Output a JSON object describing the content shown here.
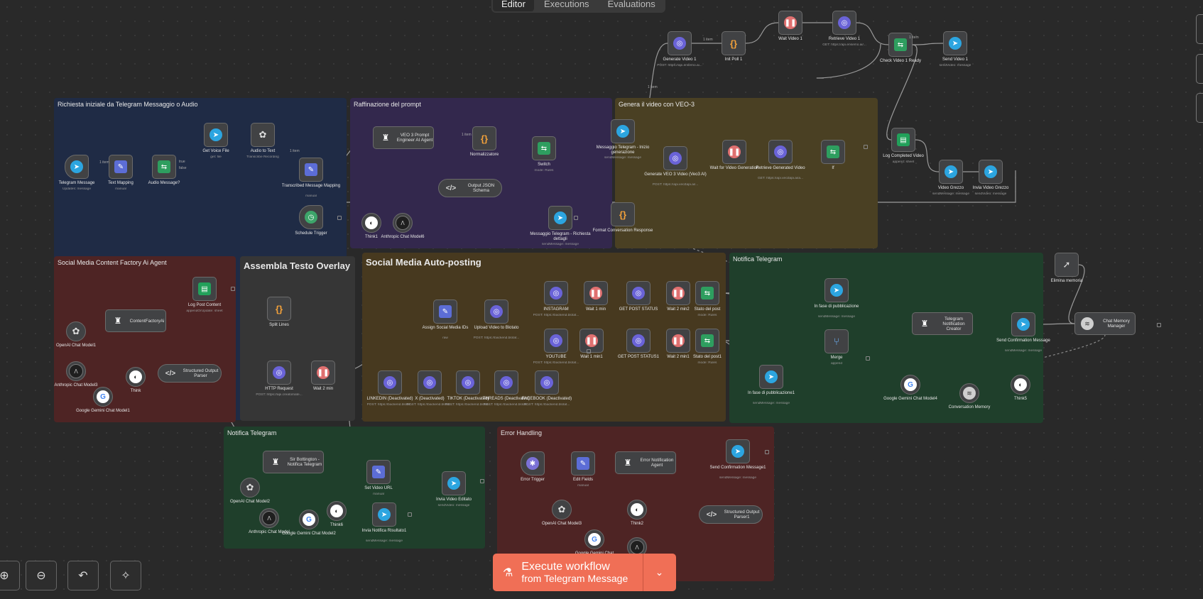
{
  "tabs": [
    "Editor",
    "Executions",
    "Evaluations"
  ],
  "execute": {
    "title": "Execute workflow",
    "subtitle": "from Telegram Message"
  },
  "stickies": [
    {
      "title": "Richiesta iniziale da Telegram Messaggio o Audio",
      "color": "#1f2b45"
    },
    {
      "title": "Raffinazione del prompt",
      "color": "#33284d"
    },
    {
      "title": "Genera il video con VEO-3",
      "color": "#4a4023"
    },
    {
      "title": "Social Media Content Factory Ai Agent",
      "color": "#4e2424"
    },
    {
      "title": "Assembla Testo Overlay",
      "color": "#363636"
    },
    {
      "title": "Social Media Auto-posting",
      "color": "#47391f"
    },
    {
      "title": "Notifica Telegram",
      "color": "#1f3f2b"
    },
    {
      "title": "Notifica Telegram",
      "color": "#1f3f2b"
    },
    {
      "title": "Error Handling",
      "color": "#4e2424"
    }
  ],
  "nodes": [
    {
      "name": "Telegram Message",
      "sub": "Updates: message",
      "icon": "tg"
    },
    {
      "name": "Text Mapping",
      "sub": "manual",
      "icon": "edit"
    },
    {
      "name": "Audio Message?",
      "sub": "",
      "icon": "sw"
    },
    {
      "name": "Get Voice File",
      "sub": "get: file",
      "icon": "tg"
    },
    {
      "name": "Audio to Text",
      "sub": "Transcribe Recording",
      "icon": "openai"
    },
    {
      "name": "Transcribed Message Mapping",
      "sub": "manual",
      "icon": "edit"
    },
    {
      "name": "Schedule Trigger",
      "sub": "",
      "icon": "clock"
    },
    {
      "name": "VEO 3 Prompt Engineer AI Agent",
      "sub": "",
      "icon": "bot"
    },
    {
      "name": "Normalizzatore",
      "sub": "",
      "icon": "code"
    },
    {
      "name": "Switch",
      "sub": "mode: Rules",
      "icon": "sw"
    },
    {
      "name": "Output JSON Schema",
      "sub": "",
      "icon": "parse"
    },
    {
      "name": "Think1",
      "sub": "",
      "icon": "brain"
    },
    {
      "name": "Anthropic Chat Model6",
      "sub": "",
      "icon": "ai"
    },
    {
      "name": "Messaggio Telegram - Inizio generazione",
      "sub": "sendMessage: message",
      "icon": "tg"
    },
    {
      "name": "Messaggio Telegram - Richiesta dettagli",
      "sub": "sendMessage: message",
      "icon": "tg"
    },
    {
      "name": "Format Conversation Response",
      "sub": "",
      "icon": "code"
    },
    {
      "name": "Generate VEO 3 Video (Veo3 AI)",
      "sub": "POST: https://api.veo3api.ai/...",
      "icon": "http"
    },
    {
      "name": "Wait for Video Generation",
      "sub": "",
      "icon": "wait"
    },
    {
      "name": "Retrieve Generated Video",
      "sub": "GET: https://api.veo3api.ai/a...",
      "icon": "http"
    },
    {
      "name": "If",
      "sub": "",
      "icon": "sw"
    },
    {
      "name": "Generate Video 1",
      "sub": "POST: https://api.ensemo.ai...",
      "icon": "http"
    },
    {
      "name": "Init Poll 1",
      "sub": "",
      "icon": "code"
    },
    {
      "name": "Wait Video 1",
      "sub": "",
      "icon": "wait"
    },
    {
      "name": "Retrieve Video 1",
      "sub": "GET: https://api.ensemo.ai/...",
      "icon": "http"
    },
    {
      "name": "Check Video 1 Ready",
      "sub": "",
      "icon": "sw"
    },
    {
      "name": "Send Video 1",
      "sub": "sendVideo: message",
      "icon": "tg"
    },
    {
      "name": "Log Completed Video",
      "sub": "append: sheet",
      "icon": "sheet"
    },
    {
      "name": "Video Grezzo",
      "sub": "sendMessage: message",
      "icon": "tg"
    },
    {
      "name": "Invia Video Grezzo",
      "sub": "sendVideo: message",
      "icon": "tg"
    },
    {
      "name": "ContentFactoryAi",
      "sub": "",
      "icon": "bot"
    },
    {
      "name": "Log Post Content",
      "sub": "appendOrUpdate: sheet",
      "icon": "sheet"
    },
    {
      "name": "OpenAI Chat Model1",
      "sub": "",
      "icon": "openai"
    },
    {
      "name": "Anthropic Chat Model3",
      "sub": "",
      "icon": "ai"
    },
    {
      "name": "Google Gemini Chat Model1",
      "sub": "",
      "icon": "gem"
    },
    {
      "name": "Think",
      "sub": "",
      "icon": "brain"
    },
    {
      "name": "Structured Output Parser",
      "sub": "",
      "icon": "parse"
    },
    {
      "name": "Split Lines",
      "sub": "",
      "icon": "code"
    },
    {
      "name": "HTTP Request",
      "sub": "POST: https://api.creatomate...",
      "icon": "http"
    },
    {
      "name": "Wait 2 min",
      "sub": "",
      "icon": "wait"
    },
    {
      "name": "Assign Social Media IDs",
      "sub": "raw",
      "icon": "edit"
    },
    {
      "name": "Upload Video to Blotato",
      "sub": "POST: https://backend.blotat...",
      "icon": "http"
    },
    {
      "name": "INSTAGRAM",
      "sub": "POST: https://backend.blotat...",
      "icon": "http"
    },
    {
      "name": "Wait 1 min",
      "sub": "",
      "icon": "wait"
    },
    {
      "name": "GET POST STATUS",
      "sub": "",
      "icon": "http"
    },
    {
      "name": "Wait 2 min2",
      "sub": "",
      "icon": "wait"
    },
    {
      "name": "Stato del post",
      "sub": "mode: Rules",
      "icon": "sw"
    },
    {
      "name": "YOUTUBE",
      "sub": "POST: https://backend.blotat...",
      "icon": "http"
    },
    {
      "name": "Wait 1 min1",
      "sub": "",
      "icon": "wait"
    },
    {
      "name": "GET POST STATUS1",
      "sub": "",
      "icon": "http"
    },
    {
      "name": "Wait 2 min1",
      "sub": "",
      "icon": "wait"
    },
    {
      "name": "Stato del post1",
      "sub": "mode: Rules",
      "icon": "sw"
    },
    {
      "name": "LINKEDIN (Deactivated)",
      "sub": "POST: https://backend.blotat...",
      "icon": "http"
    },
    {
      "name": "X (Deactivated)",
      "sub": "POST: https://backend.blotat...",
      "icon": "http"
    },
    {
      "name": "TIKTOK (Deactivated)",
      "sub": "POST: https://backend.blotat...",
      "icon": "http"
    },
    {
      "name": "THREADS (Deactivated)",
      "sub": "POST: https://backend.blotat...",
      "icon": "http"
    },
    {
      "name": "FACEBOOK (Deactivated)",
      "sub": "POST: https://backend.blotat...",
      "icon": "http"
    },
    {
      "name": "In fase di pubblicazione",
      "sub": "sendMessage: message",
      "icon": "tg"
    },
    {
      "name": "Merge",
      "sub": "append",
      "icon": "merge"
    },
    {
      "name": "In fase di pubblicazione1",
      "sub": "sendMessage: message",
      "icon": "tg"
    },
    {
      "name": "Telegram Notification Creator",
      "sub": "",
      "icon": "bot"
    },
    {
      "name": "Send Confirmation Message",
      "sub": "sendMessage: message",
      "icon": "tg"
    },
    {
      "name": "Google Gemini Chat Model4",
      "sub": "",
      "icon": "gem"
    },
    {
      "name": "Conversation Memory",
      "sub": "",
      "icon": "db"
    },
    {
      "name": "Think5",
      "sub": "",
      "icon": "brain"
    },
    {
      "name": "Elimina memoria",
      "sub": "",
      "icon": "cursor"
    },
    {
      "name": "Chat Memory Manager",
      "sub": "",
      "icon": "db"
    },
    {
      "name": "Sir Bottington - Notifica Telegram",
      "sub": "",
      "icon": "bot"
    },
    {
      "name": "Set Video URL",
      "sub": "manual",
      "icon": "edit"
    },
    {
      "name": "Invia Video Editato",
      "sub": "sendVideo: message",
      "icon": "tg"
    },
    {
      "name": "OpenAI Chat Model2",
      "sub": "",
      "icon": "openai"
    },
    {
      "name": "Anthropic Chat Model",
      "sub": "",
      "icon": "ai"
    },
    {
      "name": "Google Gemini Chat Model2",
      "sub": "",
      "icon": "gem"
    },
    {
      "name": "Think6",
      "sub": "",
      "icon": "brain"
    },
    {
      "name": "Invia Notifica Risultato1",
      "sub": "sendMessage: message",
      "icon": "tg"
    },
    {
      "name": "Error Trigger",
      "sub": "",
      "icon": "bug"
    },
    {
      "name": "Edit Fields",
      "sub": "manual",
      "icon": "edit"
    },
    {
      "name": "Error Notification Agent",
      "sub": "",
      "icon": "bot"
    },
    {
      "name": "Send Confirmation Message1",
      "sub": "sendMessage: message",
      "icon": "tg"
    },
    {
      "name": "OpenAI Chat Model3",
      "sub": "",
      "icon": "openai"
    },
    {
      "name": "Think2",
      "sub": "",
      "icon": "brain"
    },
    {
      "name": "Structured Output Parser1",
      "sub": "",
      "icon": "parse"
    },
    {
      "name": "Google Gemini Chat",
      "sub": "",
      "icon": "gem"
    },
    {
      "name": "",
      "sub": "",
      "icon": "ai"
    }
  ],
  "edge_labels": [
    "1 item",
    "1 item",
    "1 item",
    "1 item",
    "1 item",
    "true",
    "false",
    "1 item"
  ]
}
